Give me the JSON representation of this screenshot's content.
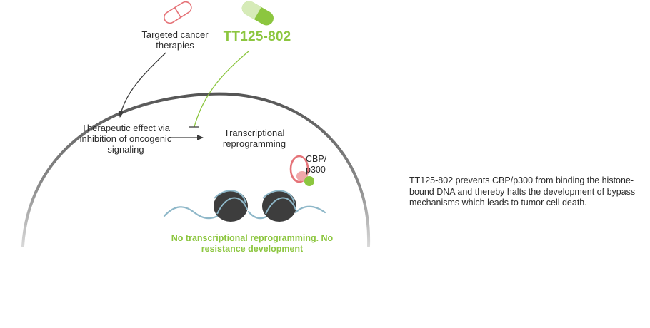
{
  "labels": {
    "targeted": "Targeted cancer therapies",
    "drug": "TT125-802",
    "therapeutic": "Therapeutic effect via inhibition of oncogenic signaling",
    "transcriptional": "Transcriptional reprogramming",
    "cbp": "CBP/ p300",
    "outcome": "No transcriptional reprogramming. No resistance development",
    "description": "TT125-802 prevents CBP/p300 from binding the histone-bound DNA and thereby halts the development of bypass mechanisms which leads to tumor cell death."
  },
  "colors": {
    "green": "#8cc63f",
    "pink": "#e57378",
    "dark": "#3d3d3d",
    "membrane": "#6b6b6b",
    "dna": "#8fb8c9",
    "text": "#2b2b2b"
  },
  "icons": [
    "capsule-outline-icon",
    "capsule-green-icon",
    "nucleosome-icon",
    "cbp-p300-protein-icon"
  ]
}
